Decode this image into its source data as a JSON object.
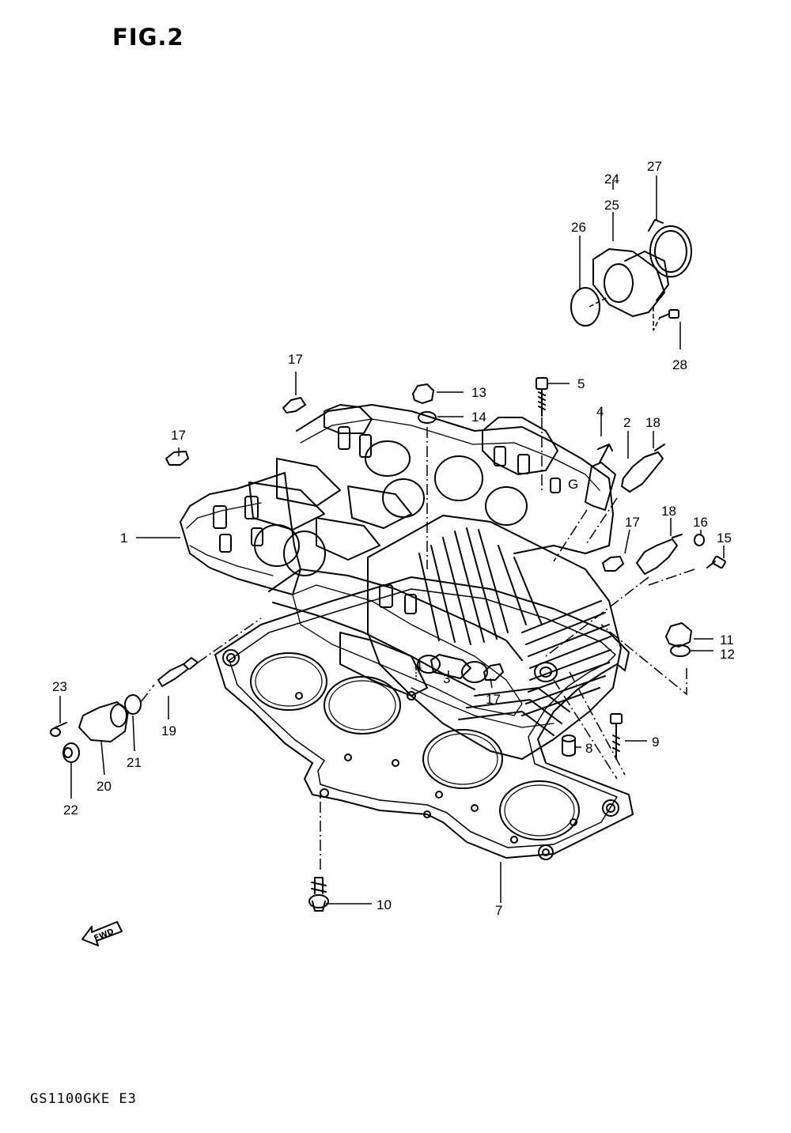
{
  "figure_title": "FIG.2",
  "model_code": "GS1100GKE  E3",
  "fwd_label": "FWD",
  "gasket_marker": "G",
  "callouts": {
    "c1": "1",
    "c2": "2",
    "c3": "3",
    "c4a": "4",
    "c4b": "4",
    "c5": "5",
    "c7": "7",
    "c8": "8",
    "c9": "9",
    "c10": "10",
    "c11": "11",
    "c12": "12",
    "c13": "13",
    "c14": "14",
    "c15": "15",
    "c16": "16",
    "c17a": "17",
    "c17b": "17",
    "c17c": "17",
    "c17d": "17",
    "c18a": "18",
    "c18b": "18",
    "c19": "19",
    "c20": "20",
    "c21": "21",
    "c22": "22",
    "c23": "23",
    "c24": "24",
    "c25": "25",
    "c26": "26",
    "c27": "27",
    "c28": "28"
  }
}
